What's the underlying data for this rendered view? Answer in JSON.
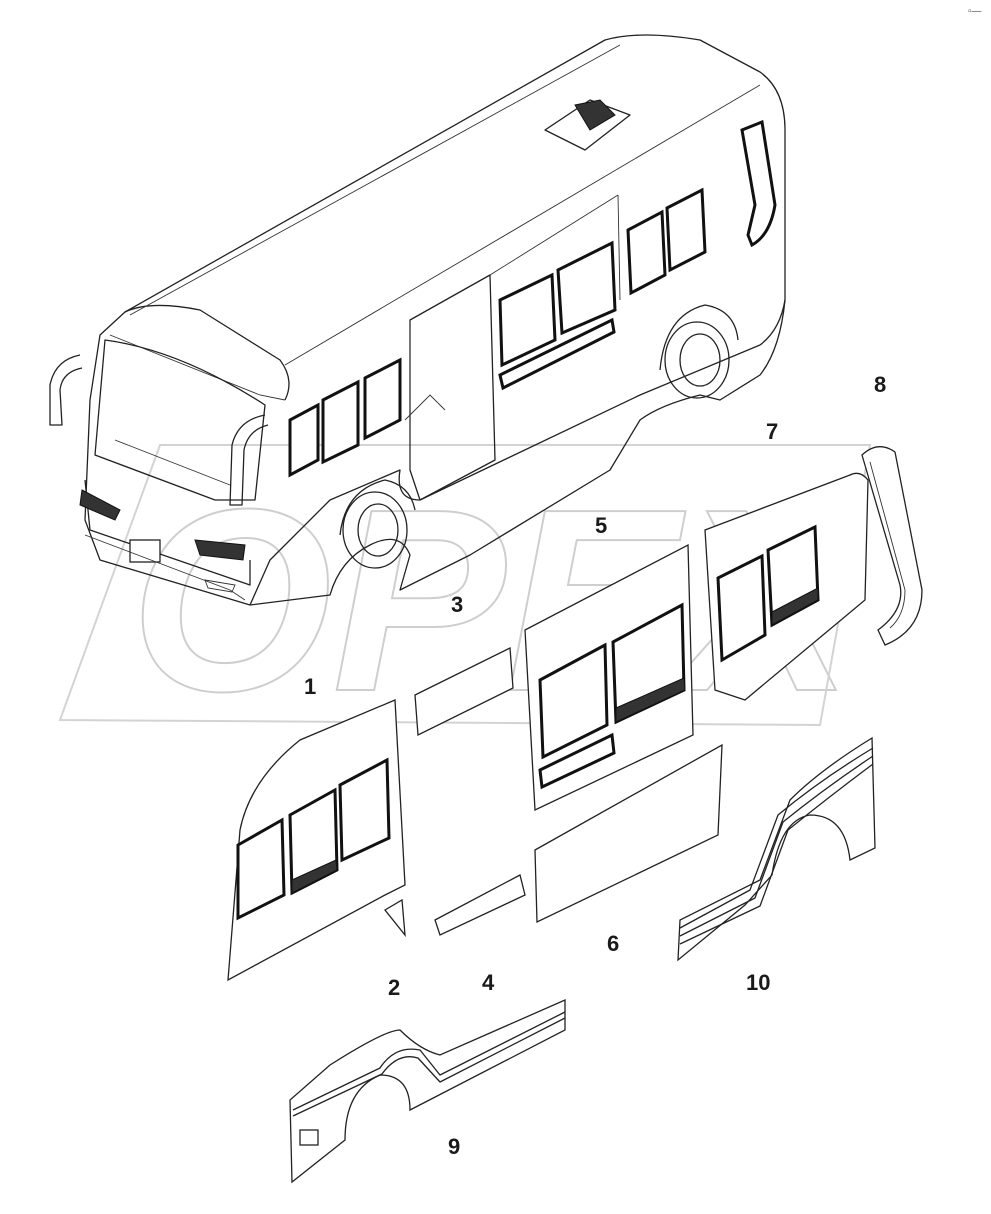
{
  "diagram": {
    "corner_mark": "▫—",
    "watermark": "OPEX",
    "callouts": [
      {
        "id": "1",
        "label": "1"
      },
      {
        "id": "2",
        "label": "2"
      },
      {
        "id": "3",
        "label": "3"
      },
      {
        "id": "4",
        "label": "4"
      },
      {
        "id": "5",
        "label": "5"
      },
      {
        "id": "6",
        "label": "6"
      },
      {
        "id": "7",
        "label": "7"
      },
      {
        "id": "8",
        "label": "8"
      },
      {
        "id": "9",
        "label": "9"
      },
      {
        "id": "10",
        "label": "10"
      }
    ]
  }
}
